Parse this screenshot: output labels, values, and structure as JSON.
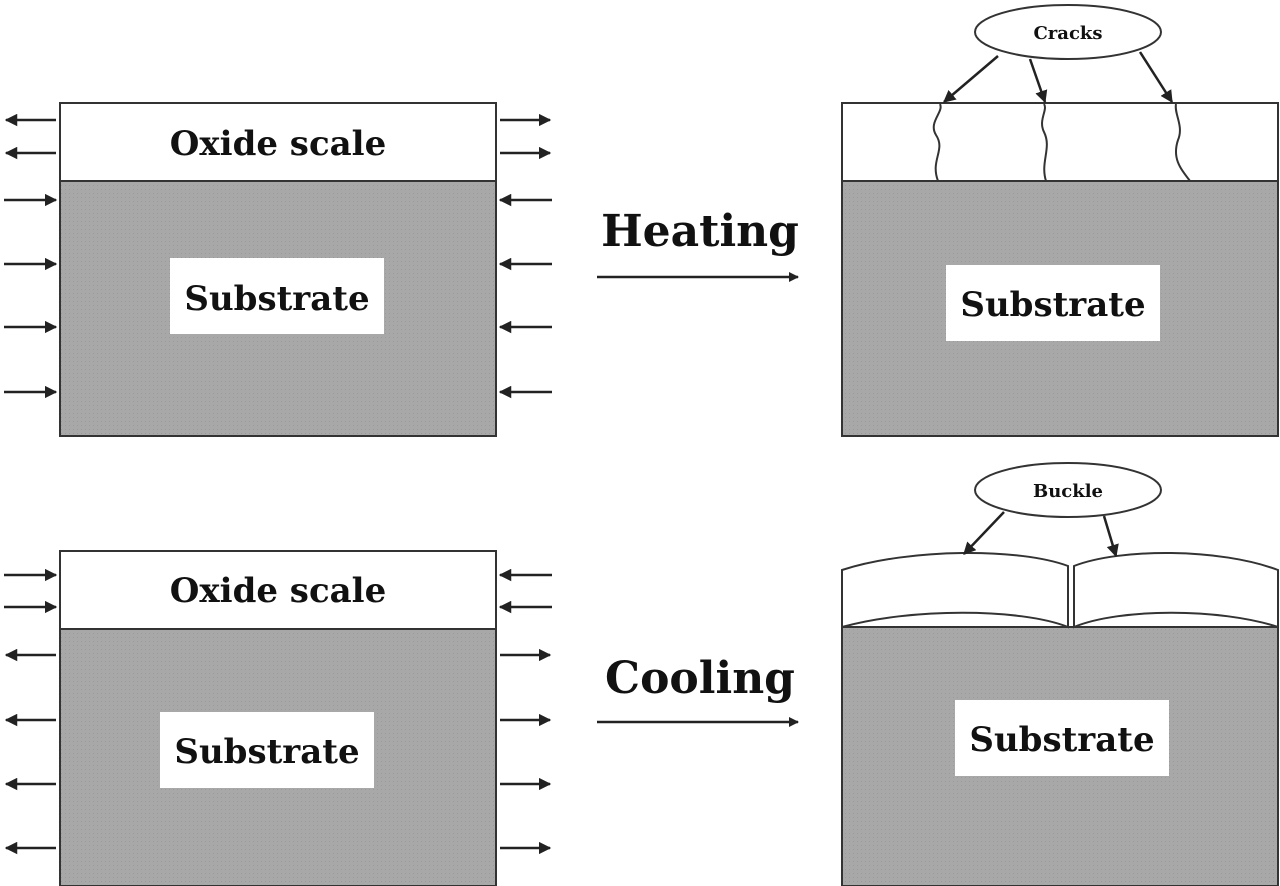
{
  "colors": {
    "substrate_fill": "#a9a9a9",
    "scale_fill": "#ffffff",
    "stroke": "#333333",
    "text": "#111111"
  },
  "heating": {
    "process_label": "Heating",
    "initial": {
      "scale_label": "Oxide scale",
      "substrate_label": "Substrate"
    },
    "result": {
      "substrate_label": "Substrate",
      "callout_label": "Cracks"
    }
  },
  "cooling": {
    "process_label": "Cooling",
    "initial": {
      "scale_label": "Oxide scale",
      "substrate_label": "Substrate"
    },
    "result": {
      "substrate_label": "Substrate",
      "callout_label": "Buckle"
    }
  }
}
